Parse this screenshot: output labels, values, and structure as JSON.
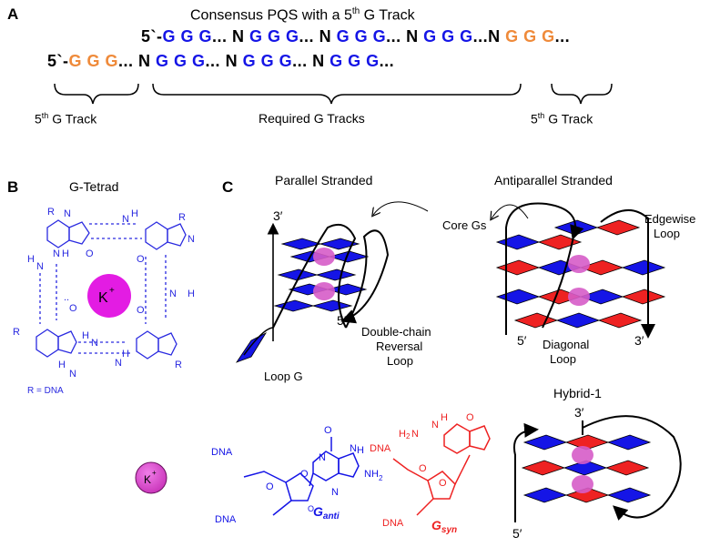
{
  "panel_a": {
    "letter": "A",
    "title": "Consensus PQS with a 5th G Track",
    "title_pre": "Consensus PQS with a 5",
    "title_sup": "th",
    "title_post": " G Track",
    "top_row": {
      "prefix": "5`-",
      "segments": [
        {
          "t": "G G G",
          "c": "blue"
        },
        {
          "t": "... ",
          "c": "black"
        },
        {
          "t": "N",
          "c": "black"
        },
        {
          "t": " G G G",
          "c": "blue"
        },
        {
          "t": "... ",
          "c": "black"
        },
        {
          "t": "N",
          "c": "black"
        },
        {
          "t": " G G G",
          "c": "blue"
        },
        {
          "t": "... ",
          "c": "black"
        },
        {
          "t": "N",
          "c": "black"
        },
        {
          "t": " G G G",
          "c": "blue"
        },
        {
          "t": "...",
          "c": "black"
        },
        {
          "t": "N",
          "c": "black"
        },
        {
          "t": " G G G",
          "c": "orange"
        },
        {
          "t": "...",
          "c": "black"
        }
      ]
    },
    "bottom_row": {
      "prefix": "5`-",
      "segments": [
        {
          "t": "G G G",
          "c": "orange"
        },
        {
          "t": "... ",
          "c": "black"
        },
        {
          "t": "N",
          "c": "black"
        },
        {
          "t": " G G G",
          "c": "blue"
        },
        {
          "t": "... ",
          "c": "black"
        },
        {
          "t": "N",
          "c": "black"
        },
        {
          "t": " G G G",
          "c": "blue"
        },
        {
          "t": "... ",
          "c": "black"
        },
        {
          "t": "N",
          "c": "black"
        },
        {
          "t": " G G G",
          "c": "blue"
        },
        {
          "t": "...",
          "c": "black"
        }
      ]
    },
    "brace_left_label_pre": "5",
    "brace_left_label_sup": "th",
    "brace_left_label_post": " G Track",
    "brace_mid_label": "Required G Tracks",
    "brace_right_label_pre": "5",
    "brace_right_label_sup": "th",
    "brace_right_label_post": " G Track"
  },
  "panel_b": {
    "letter": "B",
    "title": "G-Tetrad",
    "ion": "K",
    "ion_sup": "+",
    "r_note": "R = DNA",
    "atom_labels": [
      "N",
      "H",
      "R",
      "O",
      "N"
    ]
  },
  "panel_c": {
    "letter": "C",
    "parallel_title": "Parallel Stranded",
    "antiparallel_title": "Antiparallel Stranded",
    "hybrid_title": "Hybrid-1",
    "core_gs": "Core Gs",
    "edgewise_loop": [
      "Edgewise",
      "Loop"
    ],
    "double_chain": [
      "Double-chain",
      "Reversal",
      "Loop"
    ],
    "diagonal_loop": [
      "Diagonal",
      "Loop"
    ],
    "loop_g": "Loop G",
    "three_prime": "3′",
    "five_prime": "5′",
    "ion": "K",
    "ion_sup": "+",
    "g_anti": "G",
    "g_anti_sub": "anti",
    "g_syn": "G",
    "g_syn_sub": "syn",
    "dna": "DNA"
  },
  "colors": {
    "blue": "#1515e6",
    "orange": "#ef8a3a",
    "red": "#ee2222",
    "magenta": "#e31ce3",
    "pink": "#d65cc8"
  }
}
